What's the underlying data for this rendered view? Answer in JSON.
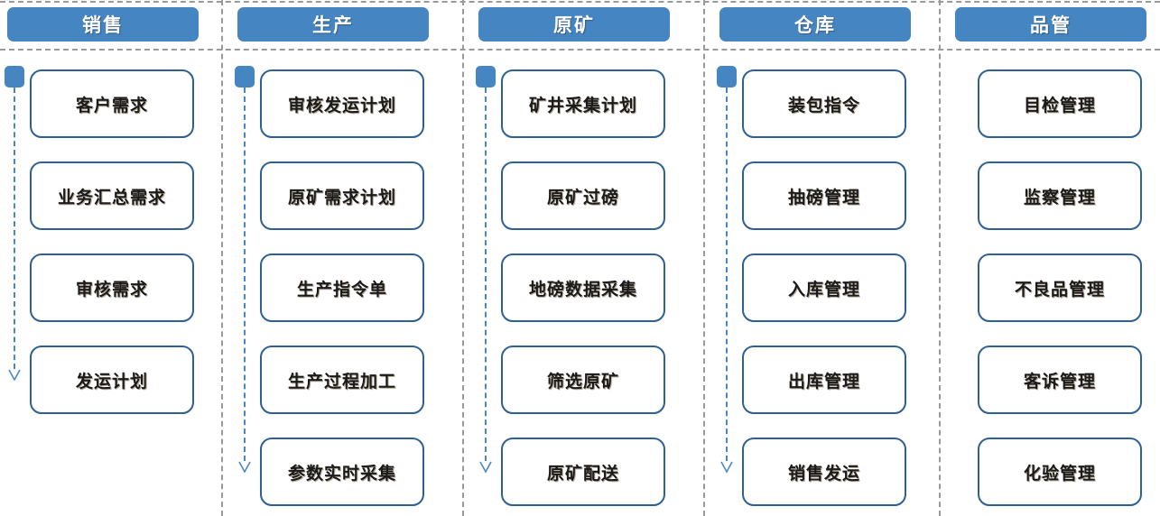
{
  "diagram": {
    "title_bar_color": "#4585c1",
    "node_border_color": "#2e6095",
    "divider_color": "#9a9a9a",
    "arrow_color": "#4a86c6"
  },
  "columns": [
    {
      "header": "销售",
      "has_flow_arrow": true,
      "arrow_icon": "dashed-down-arrow-icon",
      "nodes": [
        {
          "label": "客户需求"
        },
        {
          "label": "业务汇总需求"
        },
        {
          "label": "审核需求"
        },
        {
          "label": "发运计划"
        }
      ]
    },
    {
      "header": "生产",
      "has_flow_arrow": true,
      "arrow_icon": "dashed-down-arrow-icon",
      "nodes": [
        {
          "label": "审核发运计划"
        },
        {
          "label": "原矿需求计划"
        },
        {
          "label": "生产指令单"
        },
        {
          "label": "生产过程加工"
        },
        {
          "label": "参数实时采集"
        }
      ]
    },
    {
      "header": "原矿",
      "has_flow_arrow": true,
      "arrow_icon": "dashed-down-arrow-icon",
      "nodes": [
        {
          "label": "矿井采集计划"
        },
        {
          "label": "原矿过磅"
        },
        {
          "label": "地磅数据采集"
        },
        {
          "label": "筛选原矿"
        },
        {
          "label": "原矿配送"
        }
      ]
    },
    {
      "header": "仓库",
      "has_flow_arrow": true,
      "arrow_icon": "dashed-down-arrow-icon",
      "nodes": [
        {
          "label": "装包指令"
        },
        {
          "label": "抽磅管理"
        },
        {
          "label": "入库管理"
        },
        {
          "label": "出库管理"
        },
        {
          "label": "销售发运"
        }
      ]
    },
    {
      "header": "品管",
      "has_flow_arrow": false,
      "arrow_icon": null,
      "nodes": [
        {
          "label": "目检管理"
        },
        {
          "label": "监察管理"
        },
        {
          "label": "不良品管理"
        },
        {
          "label": "客诉管理"
        },
        {
          "label": "化验管理"
        }
      ]
    }
  ]
}
